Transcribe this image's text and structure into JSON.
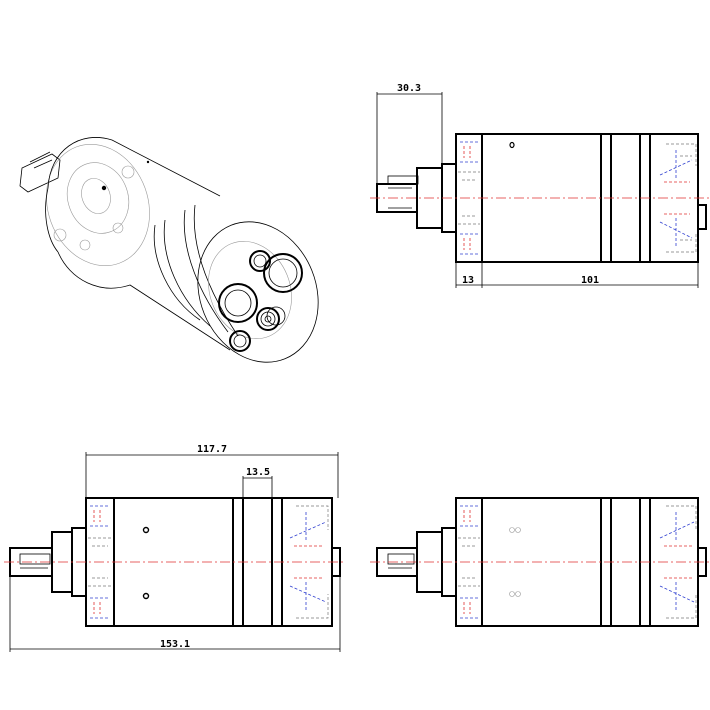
{
  "dimensions": {
    "shaft_length": "30.3",
    "flange_thickness": "13",
    "body_length": "101",
    "overall_body": "117.7",
    "groove_width": "13.5",
    "overall_length": "153.1"
  },
  "colors": {
    "outline": "#000000",
    "centerline": "#e03030",
    "hidden_blue": "#3040d0",
    "hidden_gray": "#9a9a9a"
  }
}
